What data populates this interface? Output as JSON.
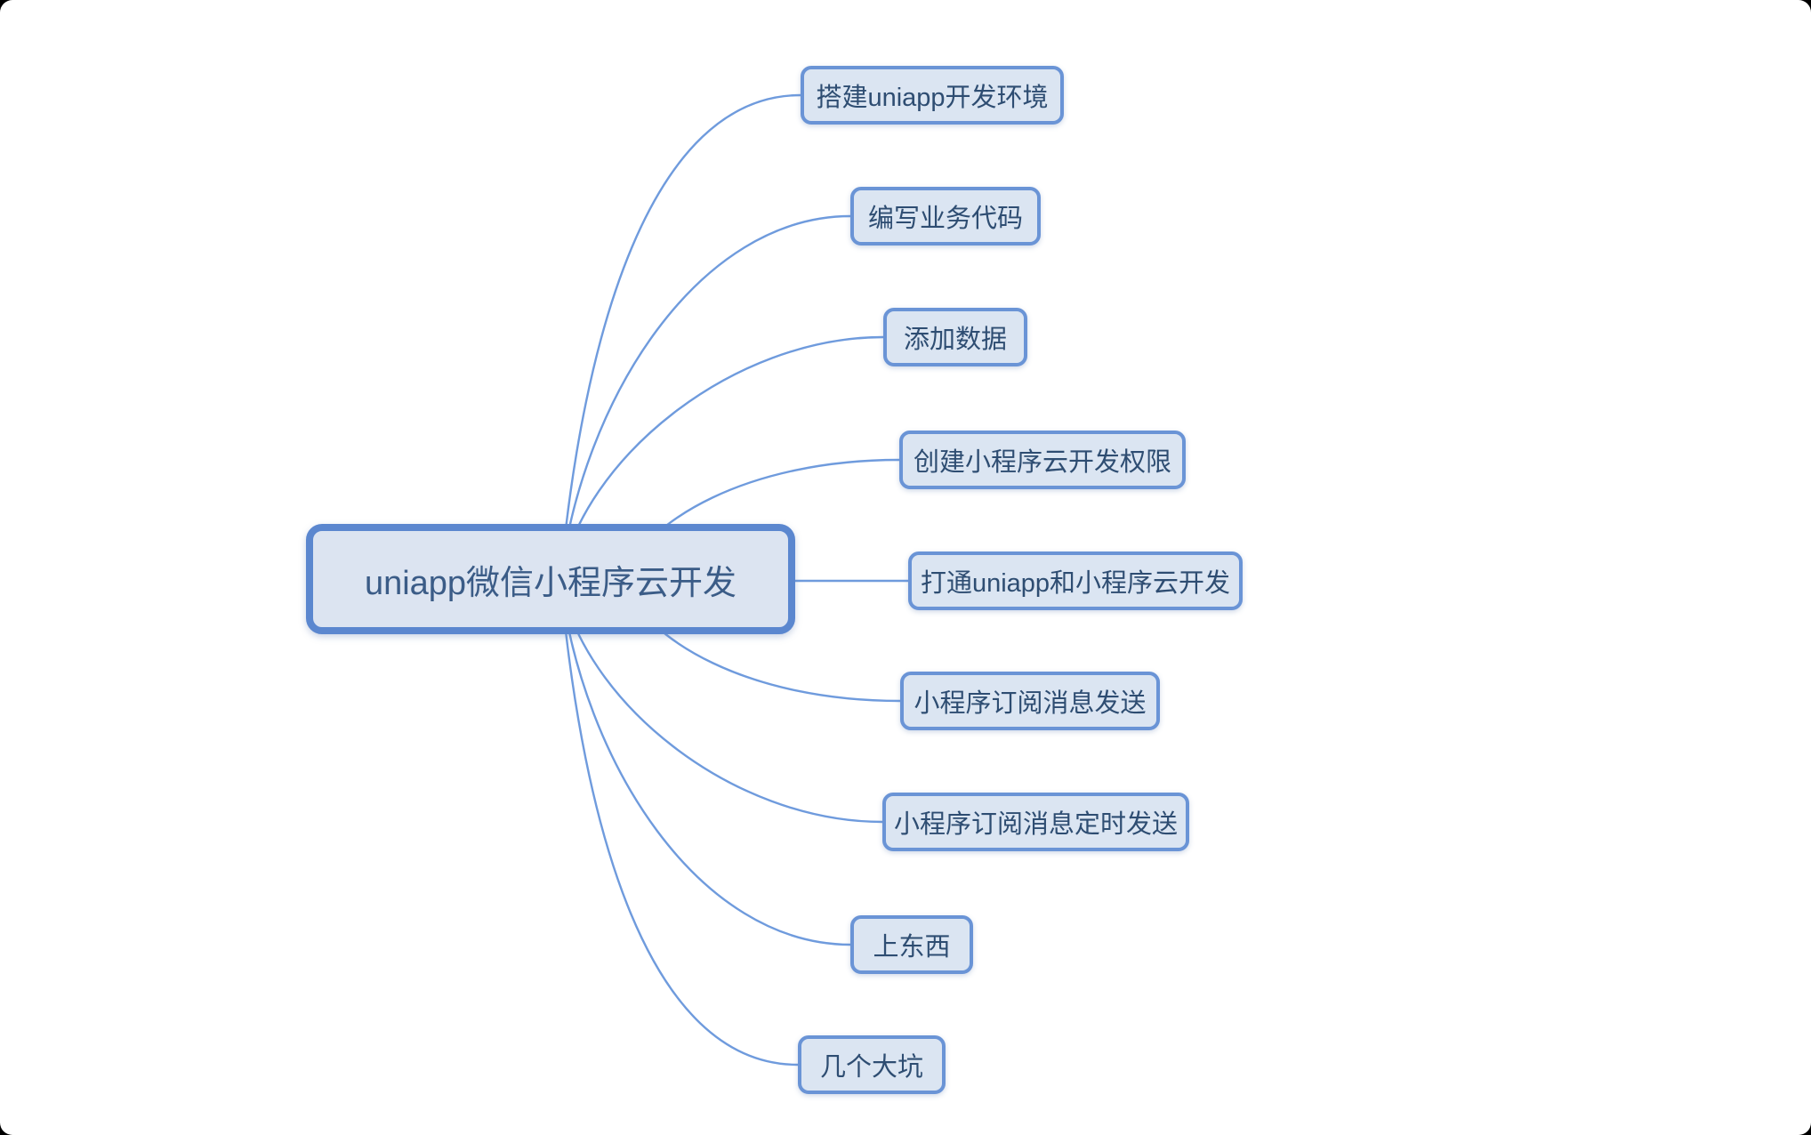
{
  "root": {
    "label": "uniapp微信小程序云开发"
  },
  "branches": [
    {
      "label": "搭建uniapp开发环境"
    },
    {
      "label": "编写业务代码"
    },
    {
      "label": "添加数据"
    },
    {
      "label": "创建小程序云开发权限"
    },
    {
      "label": "打通uniapp和小程序云开发"
    },
    {
      "label": "小程序订阅消息发送"
    },
    {
      "label": "小程序订阅消息定时发送"
    },
    {
      "label": "上东西"
    },
    {
      "label": "几个大坑"
    }
  ],
  "colors": {
    "root_border": "#5b87cf",
    "root_fill": "#dce4f1",
    "root_text": "#3b5c87",
    "branch_border": "#6a94d6",
    "branch_fill": "#dbe5f2",
    "branch_text": "#2e4d72",
    "connector_line": "#6f9bdd",
    "background": "#ffffff"
  }
}
